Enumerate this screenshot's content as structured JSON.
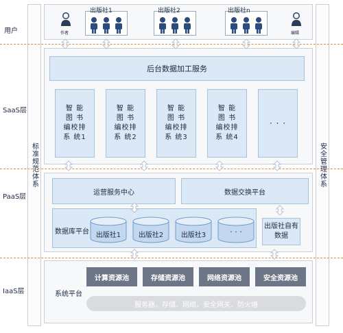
{
  "layers": {
    "user": "用户",
    "saas": "SaaS层",
    "paas": "PaaS层",
    "iaas": "IaaS层"
  },
  "side": {
    "left": "标准规范体系",
    "right": "安全管理体系"
  },
  "users": {
    "author": "作者",
    "editor": "编辑",
    "publisher1": "出版社1",
    "publisher2": "出版社2",
    "publishern": "出版社n"
  },
  "saas": {
    "backend": "后台数据加工服务",
    "systems": [
      [
        "智 能",
        "图 书",
        "编校排",
        "系 统1"
      ],
      [
        "智 能",
        "图 书",
        "编校排",
        "系 统2"
      ],
      [
        "智 能",
        "图 书",
        "编校排",
        "系 统3"
      ],
      [
        "智 能",
        "图 书",
        "编校排",
        "系 统4"
      ]
    ],
    "more": "· · ·"
  },
  "paas": {
    "ops": "运营服务中心",
    "exchange": "数据交换平台",
    "db_platform": "数据库平台",
    "dbs": [
      "出版社1",
      "出版社2",
      "出版社3",
      "· · ·"
    ],
    "own_data": [
      "出版社自有",
      "数据"
    ]
  },
  "iaas": {
    "system_platform": "系统平台",
    "pools": [
      "计算资源池",
      "存储资源池",
      "网络资源池",
      "安全资源池"
    ],
    "infra": "服务器、存储、网络、安全网关、防火墙"
  },
  "colors": {
    "accent_blue": "#dbe8f5",
    "dashed_orange": "#e08a3c",
    "dark_pool": "#6d7686"
  }
}
